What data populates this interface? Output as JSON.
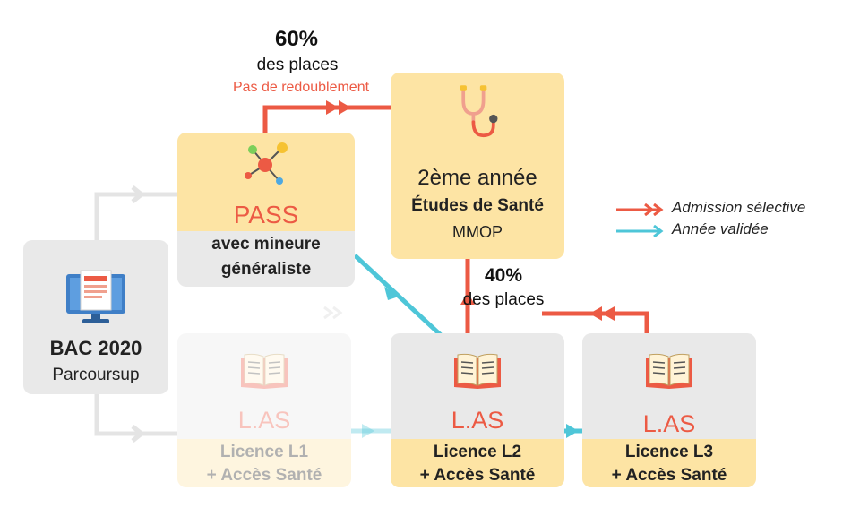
{
  "top_label": {
    "percent": "60%",
    "places": "des places",
    "note": "Pas de redoublement"
  },
  "mid_label": {
    "percent": "40%",
    "places": "des places"
  },
  "pass": {
    "title": "PASS",
    "line1": "avec mineure",
    "line2": "généraliste"
  },
  "year2": {
    "line1": "2ème année",
    "line2": "Études de Santé",
    "line3": "MMOP"
  },
  "bac": {
    "line1": "BAC 2020",
    "line2": "Parcoursup"
  },
  "las1": {
    "title": "L.AS",
    "line1": "Licence L1",
    "line2": "+ Accès Santé"
  },
  "las2": {
    "title": "L.AS",
    "line1": "Licence L2",
    "line2": "+ Accès Santé"
  },
  "las3": {
    "title": "L.AS",
    "line1": "Licence L3",
    "line2": "+ Accès Santé"
  },
  "legend": [
    {
      "label": "Admission sélective",
      "color": "#ec5a44"
    },
    {
      "label": "Année validée",
      "color": "#4ec6d8"
    }
  ],
  "colors": {
    "red": "#ec5a44",
    "cyan": "#4ec6d8",
    "yellow": "#fde4a4",
    "gray": "#e9e9e9",
    "grey_line": "#e4e4e4"
  },
  "icons": [
    "molecule-icon",
    "stethoscope-icon",
    "computer-document-icon",
    "open-book-icon"
  ]
}
